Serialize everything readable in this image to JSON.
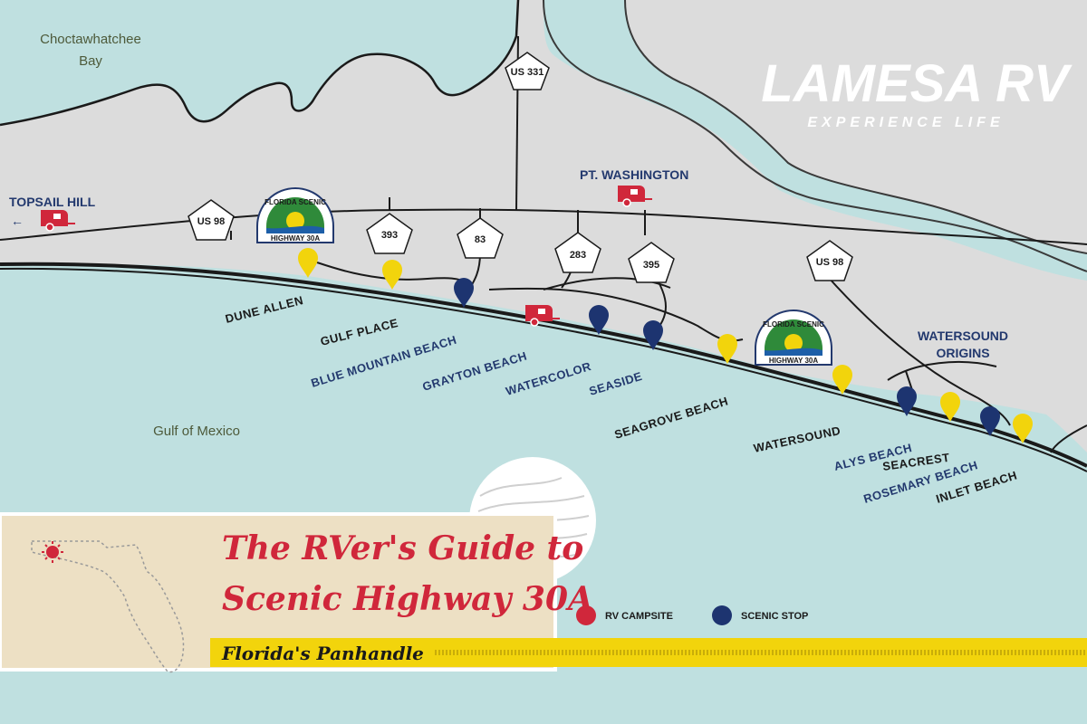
{
  "water": {
    "bay": [
      "Choctawhatchee",
      "Bay"
    ],
    "gulf": "Gulf of Mexico"
  },
  "brand": {
    "name": "LAMESA RV",
    "tagline": "EXPERIENCE LIFE"
  },
  "places": {
    "topsail": "TOPSAIL HILL",
    "pt_washington": "PT. WASHINGTON",
    "watersound_origins": [
      "WATERSOUND",
      "ORIGINS"
    ]
  },
  "shields": {
    "us98_west": "US 98",
    "us331": "US 331",
    "r393": "393",
    "r83": "83",
    "r283": "283",
    "r395": "395",
    "us98_east": "US 98"
  },
  "badge": {
    "line1": "FLORIDA SCENIC",
    "line2": "HIGHWAY 30A"
  },
  "stops": [
    {
      "name": "DUNE ALLEN",
      "type": "beach"
    },
    {
      "name": "GULF PLACE",
      "type": "beach"
    },
    {
      "name": "BLUE MOUNTAIN BEACH",
      "type": "scenic"
    },
    {
      "name": "GRAYTON BEACH",
      "type": "scenic"
    },
    {
      "name": "WATERCOLOR",
      "type": "scenic"
    },
    {
      "name": "SEASIDE",
      "type": "scenic"
    },
    {
      "name": "SEAGROVE BEACH",
      "type": "beach"
    },
    {
      "name": "WATERSOUND",
      "type": "beach"
    },
    {
      "name": "ALYS BEACH",
      "type": "scenic"
    },
    {
      "name": "SEACREST",
      "type": "beach"
    },
    {
      "name": "ROSEMARY BEACH",
      "type": "scenic"
    },
    {
      "name": "INLET BEACH",
      "type": "beach"
    }
  ],
  "legend": {
    "rv": "RV CAMPSITE",
    "scenic": "SCENIC STOP"
  },
  "title": {
    "line1": "The RVer's Guide to",
    "line2": "Scenic Highway 30A",
    "subtitle": "Florida's Panhandle"
  },
  "colors": {
    "water": "#bfe0e0",
    "land": "#dcdcdc",
    "road": "#1a1a1a",
    "rv_red": "#d0273b",
    "scenic_blue": "#1d3470",
    "beach_yellow": "#f2d40c",
    "title_bg": "#ede0c4",
    "stripe_yellow": "#f2d40c"
  }
}
